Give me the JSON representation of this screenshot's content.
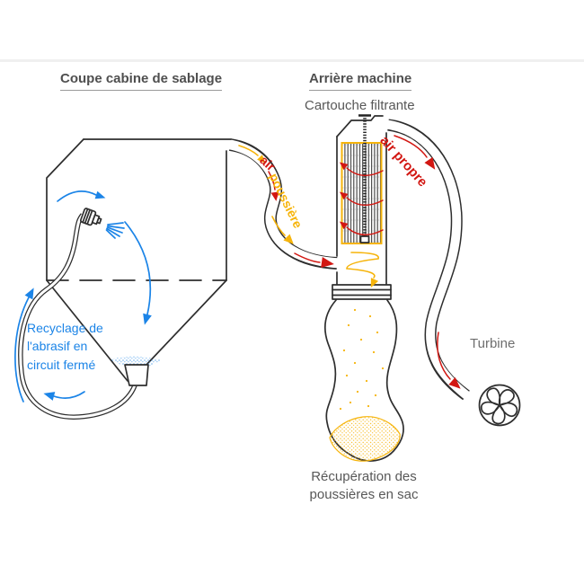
{
  "header": {
    "left_title": "Coupe cabine de sablage",
    "right_title": "Arrière machine"
  },
  "labels": {
    "filter_cartridge": "Cartouche filtrante",
    "turbine": "Turbine",
    "dust_recovery": "Récupération des poussières en sac",
    "abrasive_recycling": "Recyclage de l'abrasif en circuit fermé",
    "dusty_air_word1": "air",
    "dusty_air_word2": "poussière",
    "clean_air": "air propre"
  },
  "colors": {
    "blue": "#1b84e7",
    "red": "#d21712",
    "yellow": "#f6b40b",
    "outline": "#2e2e2e",
    "text_gray": "#4f4f4f",
    "text_light": "#6e6e6e"
  }
}
